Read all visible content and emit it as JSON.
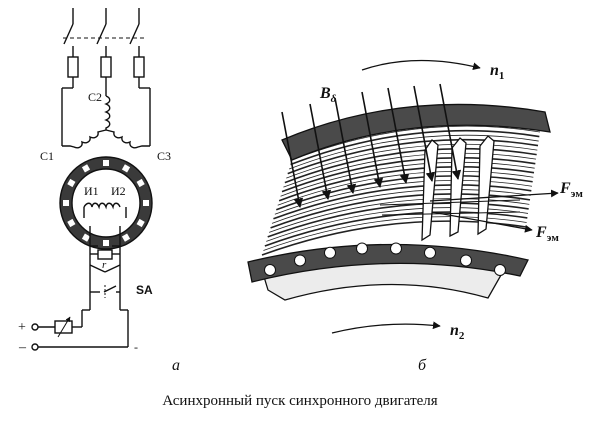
{
  "caption": "Асинхронный пуск синхронного двигателя",
  "panel_a": {
    "letter": "а",
    "stator_terminals": [
      "С1",
      "С2",
      "С3"
    ],
    "rotor_terminals": [
      "И1",
      "И2"
    ],
    "resistor_label": "r",
    "switch_label": "SA",
    "dc_plus": "+",
    "dc_minus": "–",
    "trailing_mark": "-"
  },
  "panel_b": {
    "letter": "б",
    "flux_label": "B",
    "flux_sub": "δ",
    "speed_top": "n",
    "speed_top_sub": "1",
    "speed_bottom": "n",
    "speed_bottom_sub": "2",
    "force_label": "F",
    "force_sub": "эм"
  }
}
